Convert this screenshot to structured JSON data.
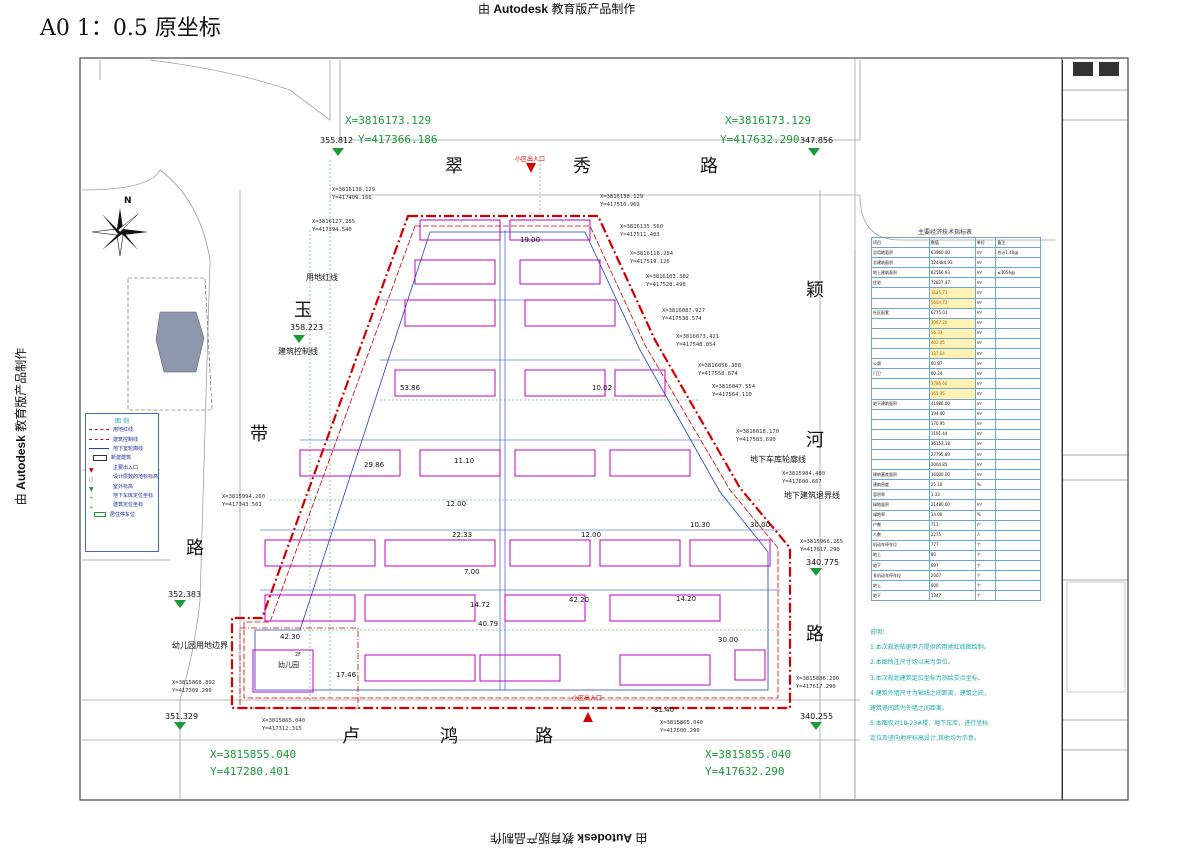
{
  "header": {
    "scale_label": "A0 1：0.5 原坐标",
    "watermark_prefix": "由",
    "watermark_brand": "Autodesk",
    "watermark_suffix": "教育版产品制作"
  },
  "roads": {
    "north": [
      "翠",
      "秀",
      "路"
    ],
    "east": [
      "颖",
      "河",
      "路"
    ],
    "west": [
      "玉",
      "带",
      "路"
    ],
    "south": [
      "卢",
      "鸿",
      "路"
    ]
  },
  "compass": {
    "north_letter": "N"
  },
  "corner_coords": [
    {
      "x": "X=3816173.129",
      "y": "Y=417366.186"
    },
    {
      "x": "X=3816173.129",
      "y": "Y=417632.290"
    },
    {
      "x": "X=3815855.040",
      "y": "Y=417280.401"
    },
    {
      "x": "X=3815855.040",
      "y": "Y=417632.290"
    }
  ],
  "elevations": [
    "355.812",
    "347.856",
    "358.223",
    "352.383",
    "351.329",
    "340.775",
    "340.255"
  ],
  "annotations": {
    "red_line": "用地红线",
    "control_line": "建筑控制线",
    "garage_outline": "地下车库轮廓线",
    "garage_setback": "地下建筑退界线",
    "kindergarten_boundary": "幼儿园用地边界",
    "entrance_north": "小区出入口",
    "entrance_south": "小区出入口",
    "kindergarten_name": "幼儿园",
    "kindergarten_floors": "2F"
  },
  "boundary_coords": [
    "X=3816138.129",
    "Y=417409.166",
    "X=3816127.285",
    "Y=417394.540",
    "X=3816138.129",
    "Y=417510.969",
    "X=3816135.560",
    "Y=417511.403",
    "X=3816118.284",
    "Y=417519.126",
    "X=3816103.382",
    "Y=417528.498",
    "X=3816087.927",
    "Y=417538.574",
    "X=3816073.421",
    "Y=417548.054",
    "X=3816056.308",
    "Y=417558.674",
    "X=3816047.554",
    "Y=417564.110",
    "X=3816018.170",
    "Y=417583.690",
    "X=3815994.260",
    "Y=417343.561",
    "X=3815984.480",
    "Y=417600.667",
    "X=3815966.265",
    "Y=417617.290",
    "X=3815868.892",
    "Y=417309.290",
    "X=3815865.040",
    "Y=417312.315",
    "X=3815865.040",
    "Y=417600.290",
    "X=3815886.290",
    "Y=417617.290"
  ],
  "spacings": [
    "19.00",
    "10.02",
    "53.86",
    "12.00",
    "22.33",
    "12.00",
    "10.30",
    "30.00",
    "7.00",
    "42.20",
    "14.72",
    "40.79",
    "17.46",
    "42.30",
    "81.40",
    "14.20",
    "30.00",
    "29.86",
    "11.10"
  ],
  "legend": {
    "title": "图 例",
    "items": [
      "用地红线",
      "建筑控制线",
      "地下室轮廓线",
      "新建建筑",
      "主要出入口",
      "设计层数的地标标高",
      "室外标高",
      "地下车库定位坐标",
      "建筑定位坐标",
      "居住停车位"
    ]
  },
  "econ_table": {
    "title": "主要经济技术指标表",
    "header": [
      "项目",
      "数值",
      "单位",
      "备注"
    ],
    "rows": [
      [
        "总用地面积",
        "63960.00",
        "m²",
        "合计1.40亩"
      ],
      [
        "总建筑面积",
        "124484.93",
        "m²",
        ""
      ],
      [
        "地上建筑面积",
        "82566.93",
        "m²",
        "≤3056亩"
      ],
      [
        "住宅",
        "72827.47",
        "m²",
        ""
      ],
      [
        "",
        "1625.71",
        "m²",
        ""
      ],
      [
        "",
        "5604.72",
        "m²",
        ""
      ],
      [
        "社区配套",
        "6775.01",
        "m²",
        ""
      ],
      [
        "",
        "3067.20",
        "m²",
        ""
      ],
      [
        "",
        "56.33",
        "m²",
        ""
      ],
      [
        "",
        "462.05",
        "m²",
        ""
      ],
      [
        "",
        "137.64",
        "m²",
        ""
      ],
      [
        "公厕",
        "60.87",
        "m²",
        ""
      ],
      [
        "门卫",
        "60.24",
        "m²",
        ""
      ],
      [
        "",
        "3786.60",
        "m²",
        ""
      ],
      [
        "",
        "165.35",
        "m²",
        ""
      ],
      [
        "地下建筑面积",
        "41986.00",
        "m²",
        ""
      ],
      [
        "",
        "194.00",
        "m²",
        ""
      ],
      [
        "",
        "170.95",
        "m²",
        ""
      ],
      [
        "",
        "1191.44",
        "m²",
        ""
      ],
      [
        "",
        "36153.18",
        "m²",
        ""
      ],
      [
        "",
        "27795.89",
        "m²",
        ""
      ],
      [
        "",
        "2004.85",
        "m²",
        ""
      ],
      [
        "建筑基底面积",
        "16000.00",
        "m²",
        ""
      ],
      [
        "建筑密度",
        "25.10",
        "%",
        ""
      ],
      [
        "容积率",
        "1.33",
        "",
        ""
      ],
      [
        "绿地面积",
        "21480.00",
        "m²",
        ""
      ],
      [
        "绿地率",
        "34.00",
        "%",
        ""
      ],
      [
        "户数",
        "711",
        "户",
        ""
      ],
      [
        "人数",
        "2275",
        "人",
        ""
      ],
      [
        "机动车停车位",
        "777",
        "个",
        ""
      ],
      [
        "地上",
        "80",
        "个",
        ""
      ],
      [
        "地下",
        "697",
        "个",
        ""
      ],
      [
        "非机动车停车位",
        "2007",
        "个",
        ""
      ],
      [
        "地上",
        "600",
        "个",
        ""
      ],
      [
        "地下",
        "1347",
        "个",
        ""
      ]
    ]
  },
  "notes": {
    "title": "说明：",
    "items": [
      "1.本次规划依据甲方提供的用地红线图绘制。",
      "2.本图所注尺寸均以米为单位。",
      "3.本次规划建筑定位坐标为测绘交点坐标。",
      "4.建筑外墙尺寸为轴线之间距离，建筑之间，",
      "   建筑退间距为外墙之间距离。",
      "5.本图仅对18-23#楼，地下车库，进行坐标",
      "   定位及竖向地坪标高设计,其他均为示意。"
    ]
  },
  "colors": {
    "red_line": "#d40000",
    "building": "#c000c0",
    "green": "#1a9a3a",
    "blue": "#1f3fbf",
    "cyan": "#1aa8a8",
    "road": "#a0a0a0"
  }
}
